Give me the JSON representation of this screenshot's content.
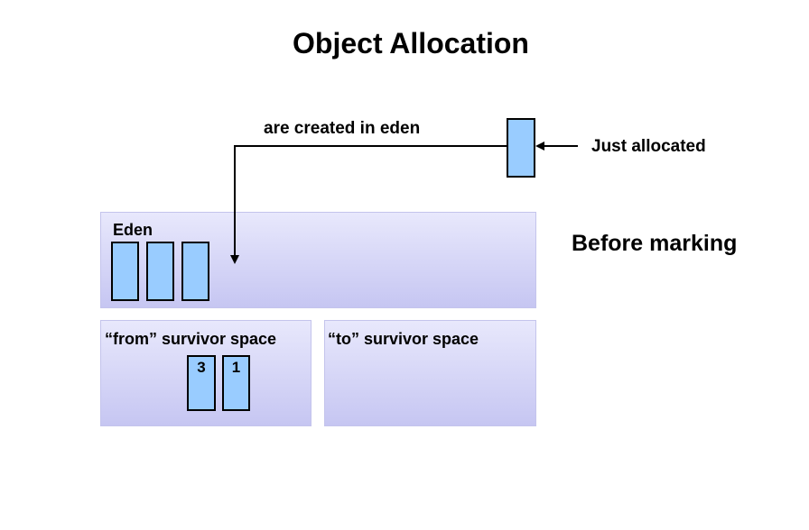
{
  "title": "Object Allocation",
  "labels": {
    "created_in_eden": "are created in eden",
    "just_allocated": "Just allocated",
    "before_marking": "Before marking"
  },
  "regions": {
    "eden": {
      "label": "Eden"
    },
    "from_survivor": {
      "label": "“from” survivor space"
    },
    "to_survivor": {
      "label": "“to” survivor space"
    }
  },
  "objects": {
    "eden": [
      "",
      "",
      ""
    ],
    "from_survivor": [
      "3",
      "1"
    ]
  },
  "colors": {
    "object_fill": "#99ccff",
    "region_top": "#e8e8fc",
    "region_bottom": "#c6c6f2",
    "stroke": "#000000"
  }
}
